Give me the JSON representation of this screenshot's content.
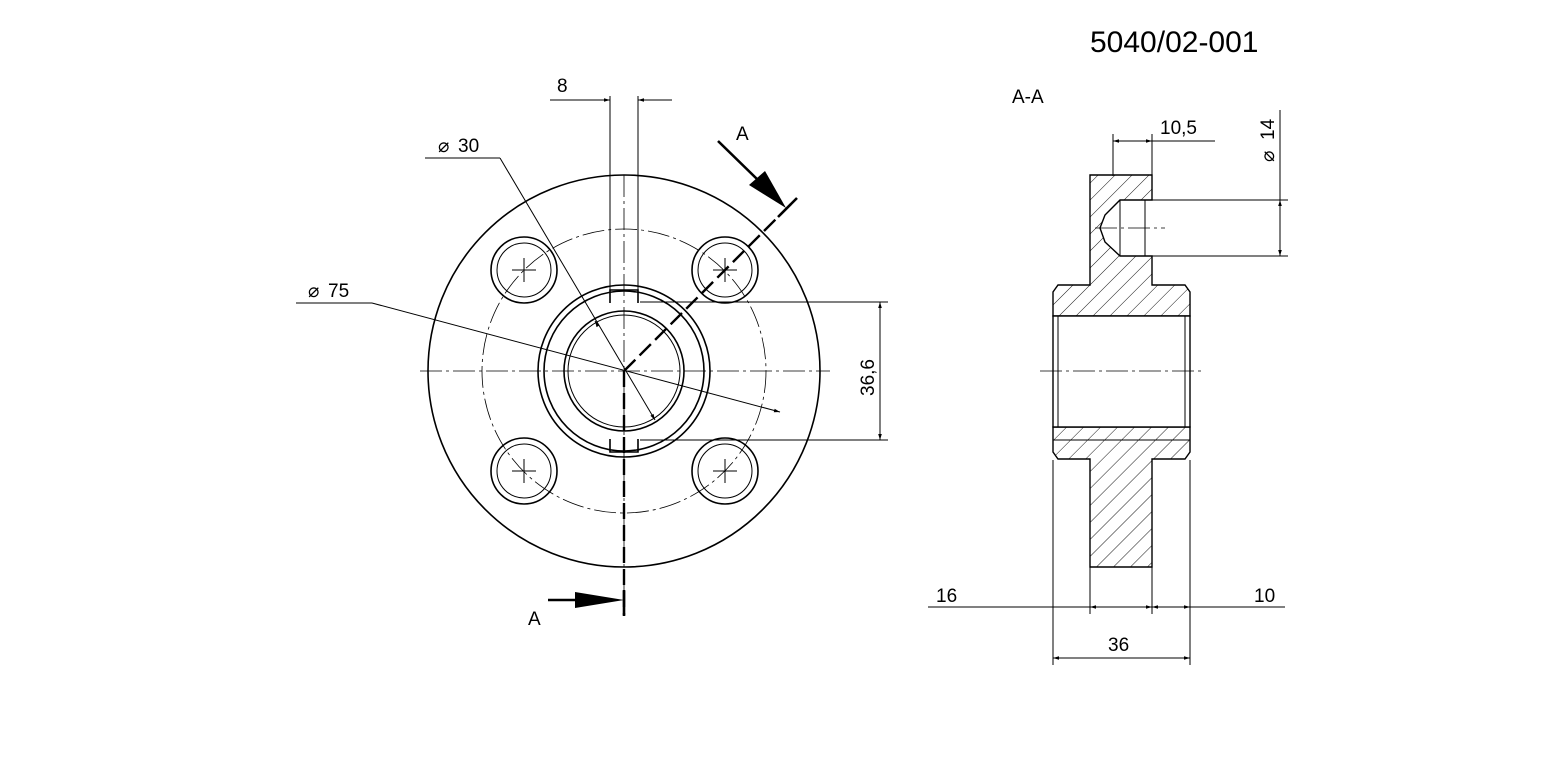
{
  "drawing_number": "5040/02-001",
  "section_title": "A-A",
  "section_marker_label": "A",
  "dimensions": {
    "key_width": "8",
    "bore_diameter": "30",
    "flange_diameter": "75",
    "key_depth": "36,6",
    "counterbore_depth": "10,5",
    "counterbore_diameter": "14",
    "flange_thickness": "16",
    "hub_length": "10",
    "total_length": "36"
  },
  "diameter_symbol": "⌀",
  "line_color": "#000000",
  "background_color": "#ffffff"
}
